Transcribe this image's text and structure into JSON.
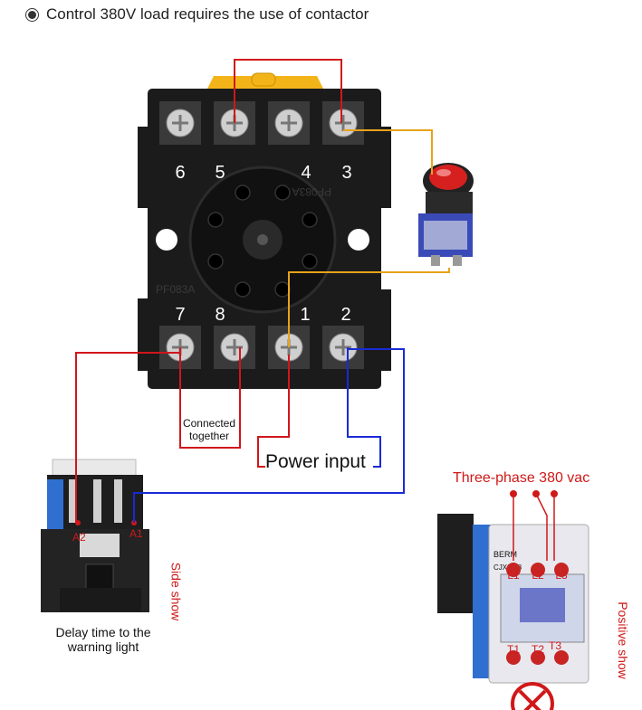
{
  "heading": "Control 380V load requires the use of contactor",
  "relay_base": {
    "top_terminals": [
      "6",
      "5",
      "4",
      "3"
    ],
    "bottom_terminals": [
      "7",
      "8",
      "1",
      "2"
    ],
    "model_text": "PF083A"
  },
  "labels": {
    "connected_together": "Connected together",
    "power_input": "Power input",
    "three_phase": "Three-phase 380 vac",
    "delay_caption": "Delay time to the warning light",
    "side_show": "Side show",
    "positive_show": "Positive show"
  },
  "side_contactor": {
    "terminal_left": "A2",
    "terminal_right": "A1"
  },
  "front_contactor": {
    "brand": "BERM",
    "model": "CJX2-18",
    "top_terminals": [
      "L1",
      "L2",
      "L3"
    ],
    "bottom_terminals": [
      "T1",
      "T2",
      "T3"
    ]
  },
  "colors": {
    "red_wire": "#d0161b",
    "blue_wire": "#1a2ad6",
    "orange_wire": "#e8a21a",
    "relay_body": "#1b1b1b",
    "accent_red": "#d01818"
  }
}
